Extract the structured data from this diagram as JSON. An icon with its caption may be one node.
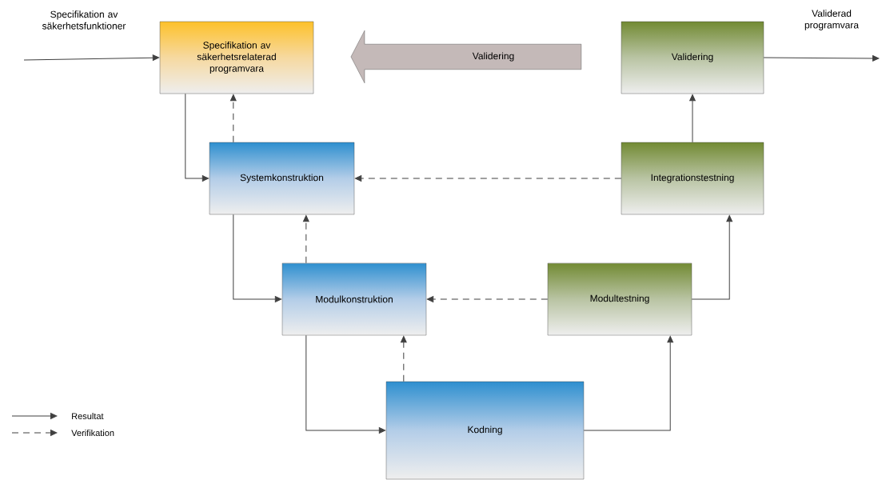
{
  "diagram": {
    "nodes": [
      {
        "text": [
          "Specifikation av säkerhetsrelaterad programvara"
        ]
      },
      {
        "text": [
          "Validering"
        ]
      },
      {
        "text": [
          "Validering"
        ]
      },
      {
        "text": [
          "Systemkonstruktion"
        ]
      },
      {
        "text": [
          "Integrationstestning"
        ]
      },
      {
        "text": [
          "Modulkonstruktion"
        ]
      },
      {
        "text": [
          "Modultestning"
        ]
      },
      {
        "text": [
          "Kodning"
        ]
      }
    ],
    "edges": [
      {
        "from": null,
        "to": 0,
        "arrow": "to",
        "label": "Specifikation av säkerhetsfunktioner"
      },
      {
        "from": 2,
        "to": null,
        "arrow": "to",
        "label": "Validerad programvara"
      },
      {
        "from": 0,
        "to": 3,
        "arrow": "to"
      },
      {
        "from": 3,
        "to": 0,
        "arrow": "to",
        "style": "dashed"
      },
      {
        "from": 3,
        "to": 5,
        "arrow": "to"
      },
      {
        "from": 5,
        "to": 3,
        "arrow": "to",
        "style": "dashed"
      },
      {
        "from": 4,
        "to": 3,
        "arrow": "to",
        "style": "dashed"
      },
      {
        "from": 4,
        "to": 2,
        "arrow": "to"
      },
      {
        "from": 5,
        "to": 7,
        "arrow": "to"
      },
      {
        "from": 7,
        "to": 5,
        "arrow": "to",
        "style": "dashed"
      },
      {
        "from": 7,
        "to": 6,
        "arrow": "to"
      },
      {
        "from": 6,
        "to": 4,
        "arrow": "to"
      },
      {
        "from": 6,
        "to": 5,
        "arrow": "to",
        "style": "dashed"
      }
    ],
    "legend": [
      {
        "text": "Resultat"
      },
      {
        "text": "Verifikation"
      }
    ]
  }
}
